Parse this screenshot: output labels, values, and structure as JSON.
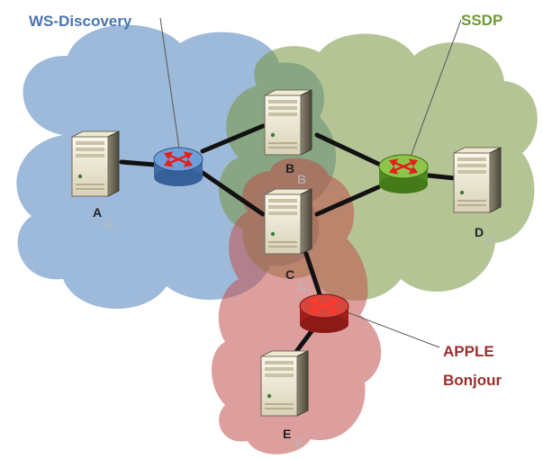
{
  "zones": [
    {
      "id": "ws",
      "title": "WS-Discovery",
      "color": "#4f81bd",
      "title_color": "#4a74b0"
    },
    {
      "id": "ssdp",
      "title": "SSDP",
      "color": "#77933c",
      "title_color": "#6f9a34"
    },
    {
      "id": "apple",
      "title_line1": "APPLE",
      "title_line2": "Bonjour",
      "color": "#c0504d",
      "title_color": "#9c2d2d"
    }
  ],
  "routers": [
    {
      "id": "ws-router",
      "icon": "router-icon",
      "color": "#4f81bd"
    },
    {
      "id": "ssdp-router",
      "icon": "router-icon",
      "color": "#6aa12c"
    },
    {
      "id": "apple-router",
      "icon": "router-icon",
      "color": "#c0302b"
    }
  ],
  "servers": [
    {
      "id": "A",
      "label": "A",
      "icon": "server-icon"
    },
    {
      "id": "B",
      "label": "B",
      "icon": "server-icon"
    },
    {
      "id": "C",
      "label": "C",
      "icon": "server-icon"
    },
    {
      "id": "D",
      "label": "D",
      "icon": "server-icon"
    },
    {
      "id": "E",
      "label": "E",
      "icon": "server-icon"
    }
  ]
}
